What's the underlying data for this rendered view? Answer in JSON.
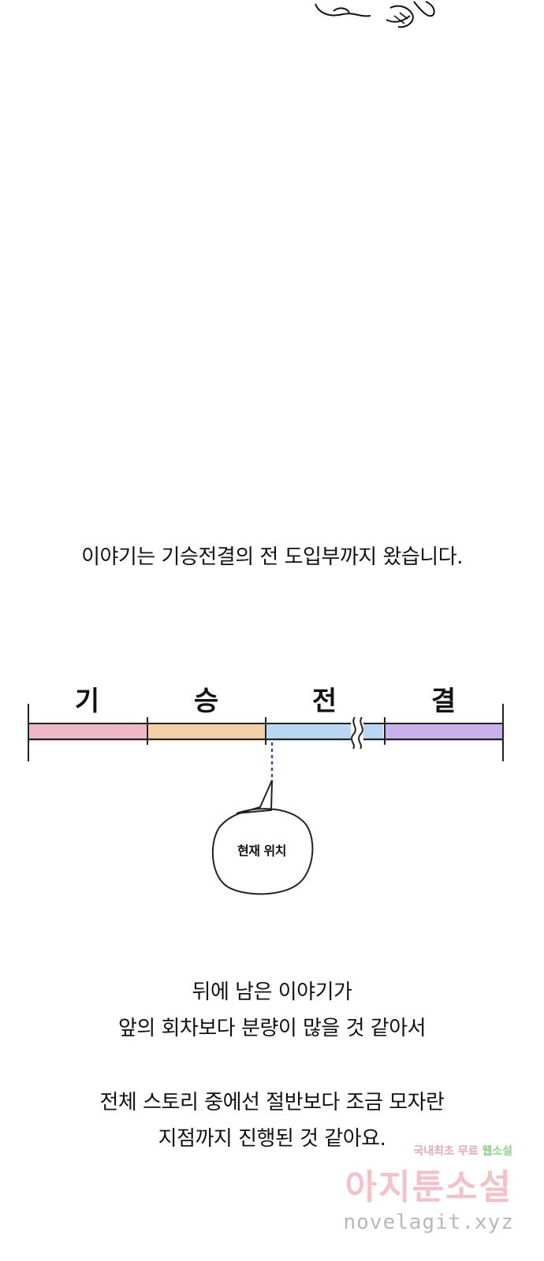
{
  "intro_text": "이야기는 기승전결의 전 도입부까지 왔습니다.",
  "timeline": {
    "stages": [
      {
        "label": "기",
        "color": "#efb8c6"
      },
      {
        "label": "승",
        "color": "#f3cfa8"
      },
      {
        "label": "전",
        "color": "#b9d6f2"
      },
      {
        "label": "결",
        "color": "#c9b2ec"
      }
    ],
    "current_position_label": "현재 위치"
  },
  "paragraph1": {
    "line1": "뒤에 남은 이야기가",
    "line2": "앞의 회차보다 분량이 많을 것 같아서"
  },
  "paragraph2": {
    "line1": "전체 스토리 중에선 절반보다 조금 모자란",
    "line2": "지점까지 진행된 것 같아요."
  },
  "watermark": {
    "top_line": "국내최초 무료",
    "top_line_green": "웹소설",
    "brand": "아지툰소설",
    "domain": "novelagit.xyz"
  }
}
